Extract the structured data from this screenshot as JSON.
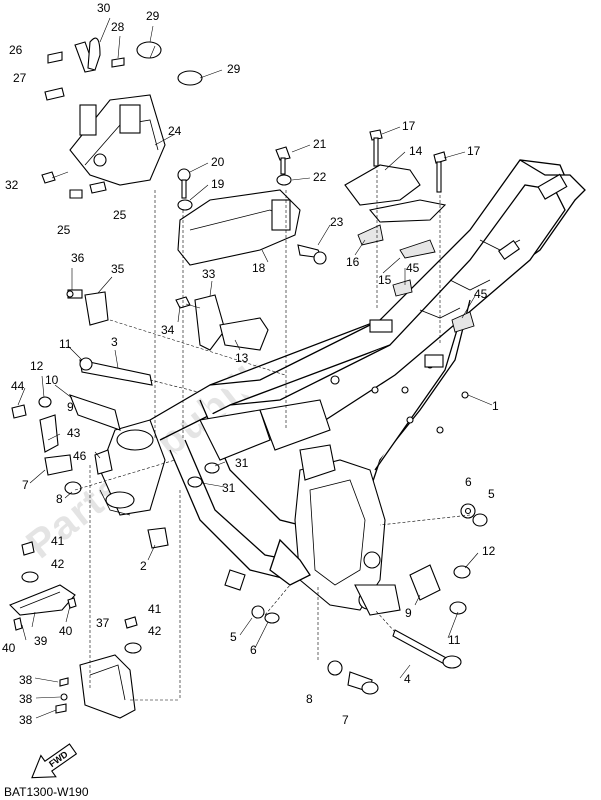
{
  "diagram": {
    "code": "BAT1300-W190",
    "fwd_label": "FWD",
    "watermark": "PartsRepublik",
    "labels": {
      "l30": "30",
      "l28": "28",
      "l29a": "29",
      "l26": "26",
      "l29b": "29",
      "l27": "27",
      "l24": "24",
      "l32": "32",
      "l25a": "25",
      "l25b": "25",
      "l21": "21",
      "l20": "20",
      "l22": "22",
      "l19": "19",
      "l17a": "17",
      "l14": "14",
      "l17b": "17",
      "l23": "23",
      "l18": "18",
      "l16": "16",
      "l15": "15",
      "l45a": "45",
      "l45b": "45",
      "l36": "36",
      "l35": "35",
      "l33": "33",
      "l34": "34",
      "l13": "13",
      "l11a": "11",
      "l3": "3",
      "l12a": "12",
      "l10": "10",
      "l44": "44",
      "l9a": "9",
      "l43": "43",
      "l46": "46",
      "l7a": "7",
      "l8a": "8",
      "l31a": "31",
      "l31b": "31",
      "l1": "1",
      "l6a": "6",
      "l5a": "5",
      "l12b": "12",
      "l2": "2",
      "l41a": "41",
      "l42a": "42",
      "l39": "39",
      "l40a": "40",
      "l40b": "40",
      "l9b": "9",
      "l11b": "11",
      "l37": "37",
      "l41b": "41",
      "l42b": "42",
      "l5b": "5",
      "l6b": "6",
      "l4": "4",
      "l38a": "38",
      "l38b": "38",
      "l38c": "38",
      "l8b": "8",
      "l7b": "7"
    }
  }
}
